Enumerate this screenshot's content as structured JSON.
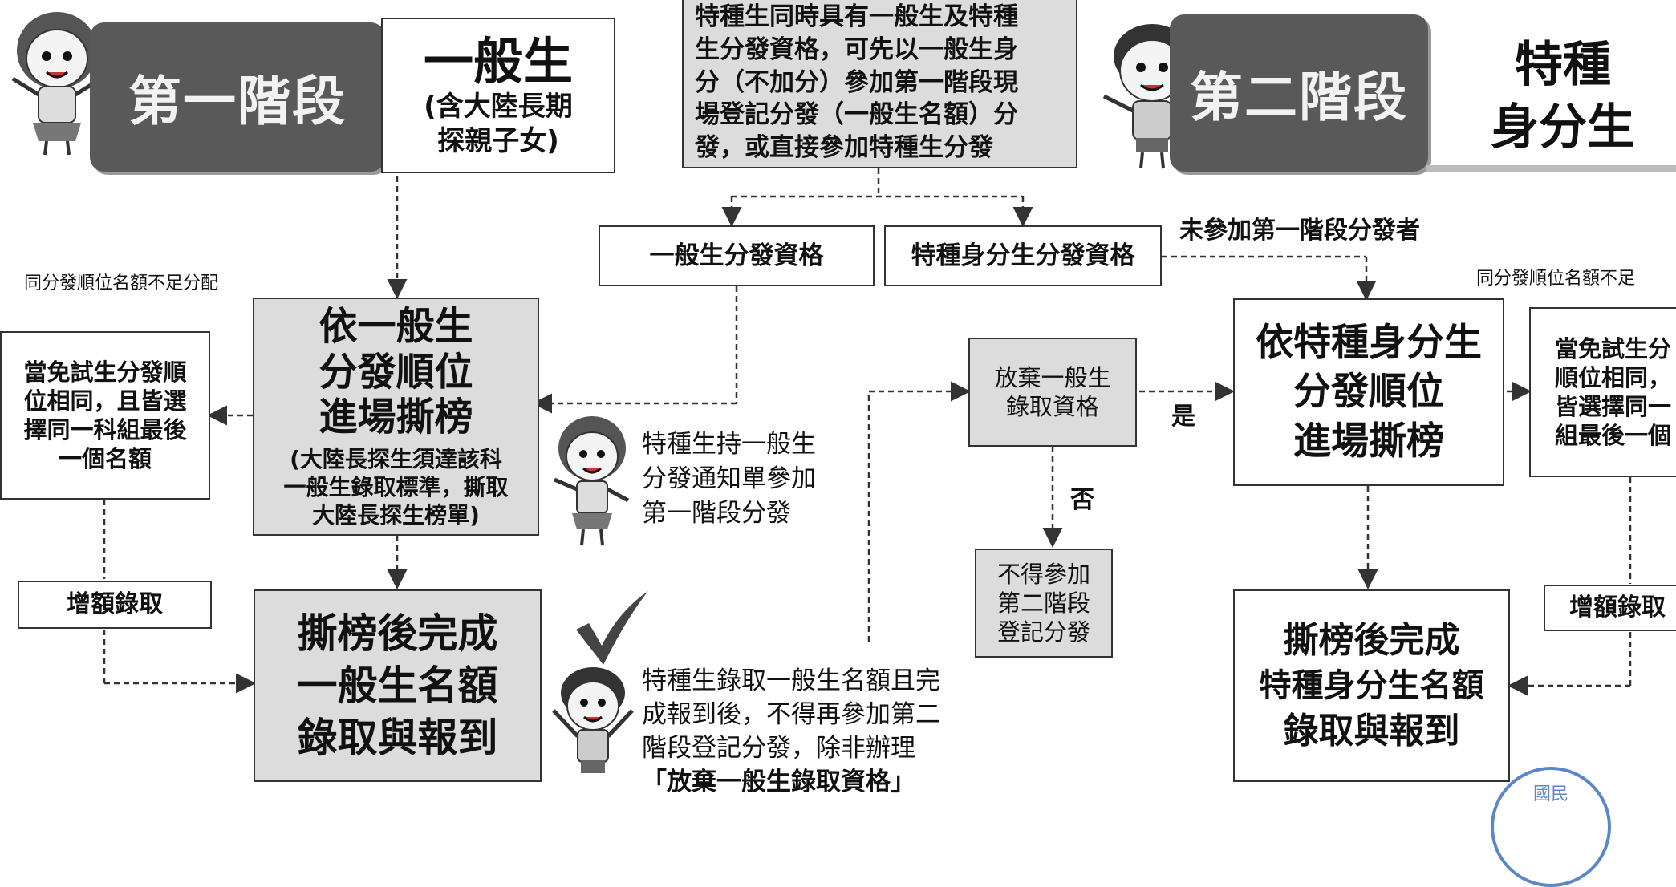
{
  "stage1": {
    "tab": "第一階段",
    "title": "一般生",
    "subtitle_lines": [
      "(含大陸長期",
      "探親子女)"
    ]
  },
  "intro_lines": [
    "特種生同時具有一般生及特種",
    "生分發資格，可先以一般生身",
    "分（不加分）參加第一階段現",
    "場登記分發（一般生名額）分",
    "發，或直接參加特種生分發"
  ],
  "stage2": {
    "tab": "第二階段",
    "title_lines": [
      "特種",
      "身分生"
    ]
  },
  "qual_general": "一般生分發資格",
  "qual_special": "特種身分生分發資格",
  "not_joined": "未參加第一階段分發者",
  "left": {
    "shortage_note": "同分發順位名額不足分配",
    "tie_lines": [
      "當免試生分發順",
      "位相同，且皆選",
      "擇同一科組最後",
      "一個名額"
    ],
    "extra": "增額錄取",
    "main_lines": [
      "依一般生",
      "分發順位",
      "進場撕榜"
    ],
    "main_note_lines": [
      "(大陸長探生須達該科",
      "一般生錄取標準，撕取",
      "大陸長探生榜單)"
    ],
    "result_lines": [
      "撕榜後完成",
      "一般生名額",
      "錄取與報到"
    ]
  },
  "middle": {
    "notice_lines": [
      "特種生持一般生",
      "分發通知單參加",
      "第一階段分發"
    ],
    "registered_lines": [
      "特種生錄取一般生名額且完",
      "成報到後，不得再參加第二",
      "階段登記分發，除非辦理",
      "「放棄一般生錄取資格」"
    ],
    "abandon_lines": [
      "放棄一般生",
      "錄取資格"
    ],
    "yes": "是",
    "no": "否",
    "cannot_lines": [
      "不得參加",
      "第二階段",
      "登記分發"
    ]
  },
  "right": {
    "shortage_note": "同分發順位名額不足",
    "main_lines": [
      "依特種身分生",
      "分發順位",
      "進場撕榜"
    ],
    "tie_lines": [
      "當免試生分",
      "順位相同，",
      "皆選擇同一",
      "組最後一個"
    ],
    "extra": "增額錄取",
    "result_lines": [
      "撕榜後完成",
      "特種身分生名額",
      "錄取與報到"
    ]
  },
  "stamp": "國民"
}
